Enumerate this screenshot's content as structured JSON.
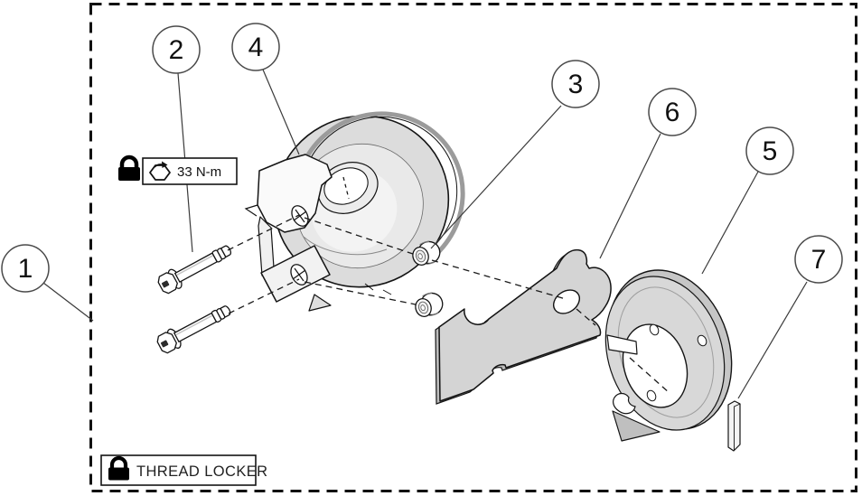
{
  "figure": {
    "callouts": [
      {
        "number": "1"
      },
      {
        "number": "2"
      },
      {
        "number": "3"
      },
      {
        "number": "4"
      },
      {
        "number": "5"
      },
      {
        "number": "6"
      },
      {
        "number": "7"
      }
    ],
    "torque_label": {
      "value": "33 N-m"
    },
    "thread_locker_label": {
      "value": "THREAD LOCKER"
    }
  },
  "icons": {
    "lock": "padlock-icon",
    "hex_bolt": "hex-bolt-torque-icon"
  },
  "colors": {
    "line": "#1a1a1a",
    "part_fill_light": "#e9e9e9",
    "part_fill_mid": "#d6d6d6",
    "background": "#ffffff"
  }
}
